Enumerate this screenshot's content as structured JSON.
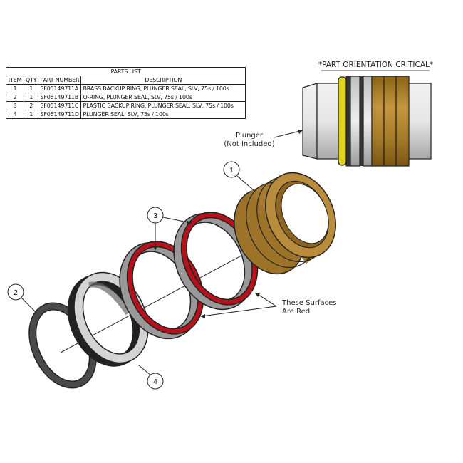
{
  "parts_list": {
    "title": "PARTS LIST",
    "columns": [
      "ITEM",
      "QTY",
      "PART NUMBER",
      "DESCRIPTION"
    ],
    "rows": [
      {
        "item": "1",
        "qty": "1",
        "part_number": "SF05149711A",
        "description": "BRASS BACKUP RING, PLUNGER SEAL, SLV, 75s / 100s"
      },
      {
        "item": "2",
        "qty": "1",
        "part_number": "SF05149711B",
        "description": "O-RING, PLUNGER SEAL, SLV, 75s / 100s"
      },
      {
        "item": "3",
        "qty": "2",
        "part_number": "SF05149711C",
        "description": "PLASTIC BACKUP RING, PLUNGER SEAL, SLV, 75s / 100s"
      },
      {
        "item": "4",
        "qty": "1",
        "part_number": "SF05149711D",
        "description": "PLUNGER SEAL, SLV, 75s / 100s"
      }
    ]
  },
  "annotations": {
    "orientation_note": "*PART ORIENTATION CRITICAL*",
    "plunger_line1": "Plunger",
    "plunger_line2": "(Not Included)",
    "red_note_line1": "These Surfaces",
    "red_note_line2": "Are Red"
  },
  "balloons": {
    "b1": "1",
    "b2": "2",
    "b3": "3",
    "b4": "4"
  },
  "colors": {
    "brass": "#a8802e",
    "red_surface": "#b5121b",
    "oring": "#3a3a3a",
    "seal": "#cfcfcf",
    "yellow_oring": "#e0d020"
  }
}
